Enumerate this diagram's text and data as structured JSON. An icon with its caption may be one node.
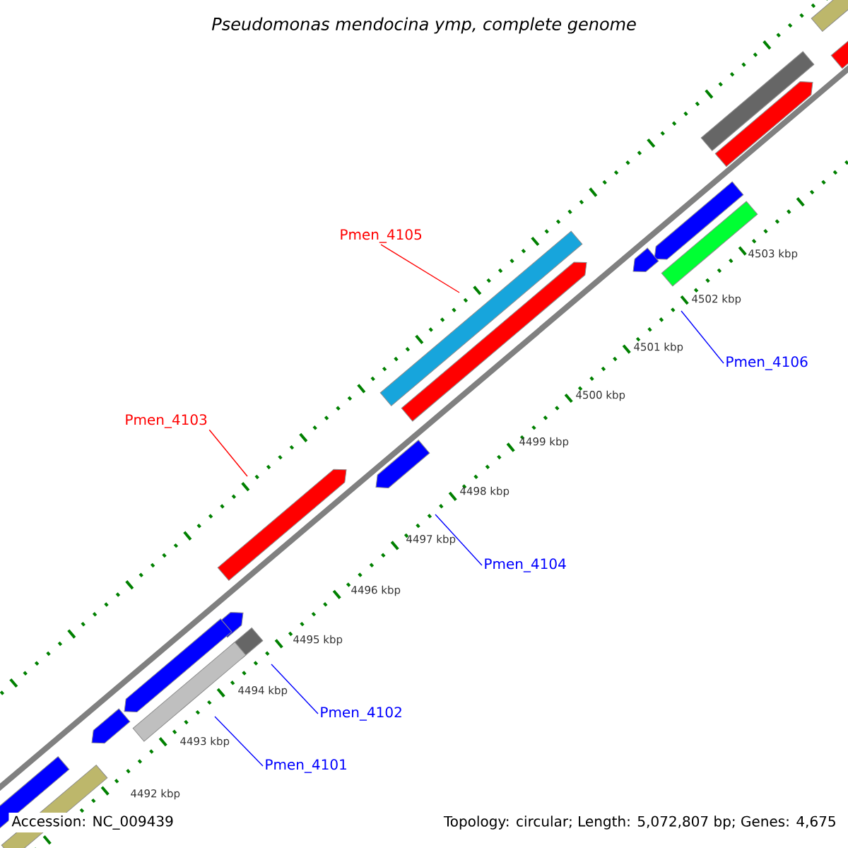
{
  "diagram": {
    "title": "Pseudomonas mendocina ymp, complete genome",
    "nodes": [
      {
        "text": [
          "Pmen_4105"
        ]
      },
      {
        "text": [
          "Pmen_4106"
        ]
      },
      {
        "text": [
          "Pmen_4103"
        ]
      },
      {
        "text": [
          "Pmen_4104"
        ]
      },
      {
        "text": [
          "Pmen_4102"
        ]
      },
      {
        "text": [
          "Pmen_4101"
        ]
      }
    ],
    "edges": [
      {
        "from": 0,
        "to": null,
        "arrow": "none",
        "color": "#ff0000"
      },
      {
        "from": 1,
        "to": null,
        "arrow": "none"
      },
      {
        "from": 2,
        "to": null,
        "arrow": "none",
        "color": "#ff0000"
      },
      {
        "from": 3,
        "to": null,
        "arrow": "none"
      },
      {
        "from": 4,
        "to": null,
        "arrow": "none"
      },
      {
        "from": 5,
        "to": null,
        "arrow": "none"
      }
    ],
    "labels": [
      "4503 kbp",
      "4502 kbp",
      "4501 kbp",
      "4500 kbp",
      "4499 kbp",
      "4498 kbp",
      "4497 kbp",
      "4496 kbp",
      "4495 kbp",
      "4494 kbp",
      "4493 kbp",
      "4492 kbp",
      "Accession: NC_009439",
      "Topology: circular; Length: 5,072,807 bp; Genes: 4,675"
    ]
  }
}
